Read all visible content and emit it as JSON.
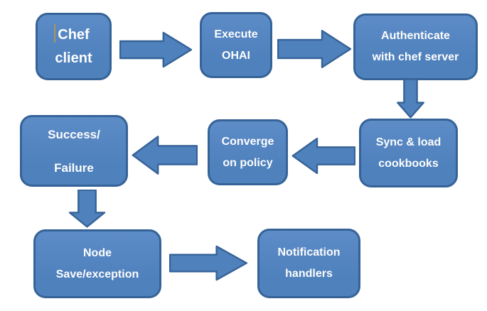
{
  "nodes": {
    "chef_client": {
      "line1": "Chef",
      "line2": "client"
    },
    "execute_ohai": {
      "line1": "Execute",
      "line2": "OHAI"
    },
    "authenticate": {
      "line1": "Authenticate",
      "line2": "with chef server"
    },
    "sync_load": {
      "line1": "Sync & load",
      "line2": "cookbooks"
    },
    "converge": {
      "line1": "Converge",
      "line2": "on policy"
    },
    "success_failure": {
      "line1": "Success/",
      "line2": "Failure"
    },
    "node_save": {
      "line1": "Node",
      "line2": "Save/exception"
    },
    "notification": {
      "line1": "Notification",
      "line2": "handlers"
    }
  },
  "edges": [
    {
      "from": "Chef client",
      "to": "Execute OHAI",
      "direction": "right"
    },
    {
      "from": "Execute OHAI",
      "to": "Authenticate with chef server",
      "direction": "right"
    },
    {
      "from": "Authenticate with chef server",
      "to": "Sync & load cookbooks",
      "direction": "down"
    },
    {
      "from": "Sync & load cookbooks",
      "to": "Converge on policy",
      "direction": "left"
    },
    {
      "from": "Converge on policy",
      "to": "Success/Failure",
      "direction": "left"
    },
    {
      "from": "Success/Failure",
      "to": "Node Save/exception",
      "direction": "down"
    },
    {
      "from": "Node Save/exception",
      "to": "Notification handlers",
      "direction": "right"
    }
  ],
  "artifacts": {
    "text_cursor_before": "Chef"
  },
  "colors": {
    "background": "#ffffff",
    "node_fill": "#4f81bd",
    "node_fill_light": "#5d8cc7",
    "node_border": "#366397",
    "arrow_fill": "#4f81bd",
    "arrow_border": "#366397",
    "text": "#fdfdfd",
    "caret": "#b0945a"
  }
}
